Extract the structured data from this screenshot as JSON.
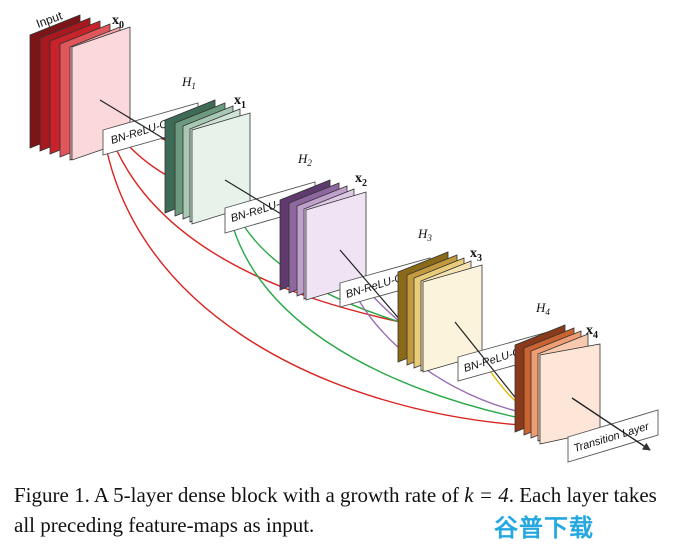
{
  "diagram": {
    "input_label": "Input",
    "feature_labels": [
      "x0",
      "x1",
      "x2",
      "x3",
      "x4"
    ],
    "layer_labels": [
      "H1",
      "H2",
      "H3",
      "H4"
    ],
    "conv_label": "BN-ReLU-Conv",
    "transition_label": "Transition Layer",
    "palettes": [
      [
        "#7b1518",
        "#a8191f",
        "#c8232b",
        "#e0575b",
        "#f4a3a6",
        "#fbd9da"
      ],
      [
        "#3e6b55",
        "#6b9a7e",
        "#a7c8b3",
        "#cfe3d6",
        "#e6f2ea"
      ],
      [
        "#5e3a6e",
        "#8e679f",
        "#bfa1cc",
        "#ddc9e6",
        "#efe3f4"
      ],
      [
        "#8a6a18",
        "#c39a3d",
        "#e9cc7a",
        "#f6e4b4",
        "#fcf3dc"
      ],
      [
        "#8a3a1a",
        "#c9632f",
        "#ef9d73",
        "#f8c9ae",
        "#fde6d8"
      ]
    ],
    "connection_colors": [
      "#d9231f",
      "#27a845",
      "#9a6fb6",
      "#e5b800"
    ]
  },
  "caption": {
    "text_a": "Figure 1. A 5-layer dense block with a growth rate of ",
    "math": "k = 4",
    "text_b": ". Each layer takes all preceding feature-maps as input."
  },
  "watermark": "谷普下载"
}
